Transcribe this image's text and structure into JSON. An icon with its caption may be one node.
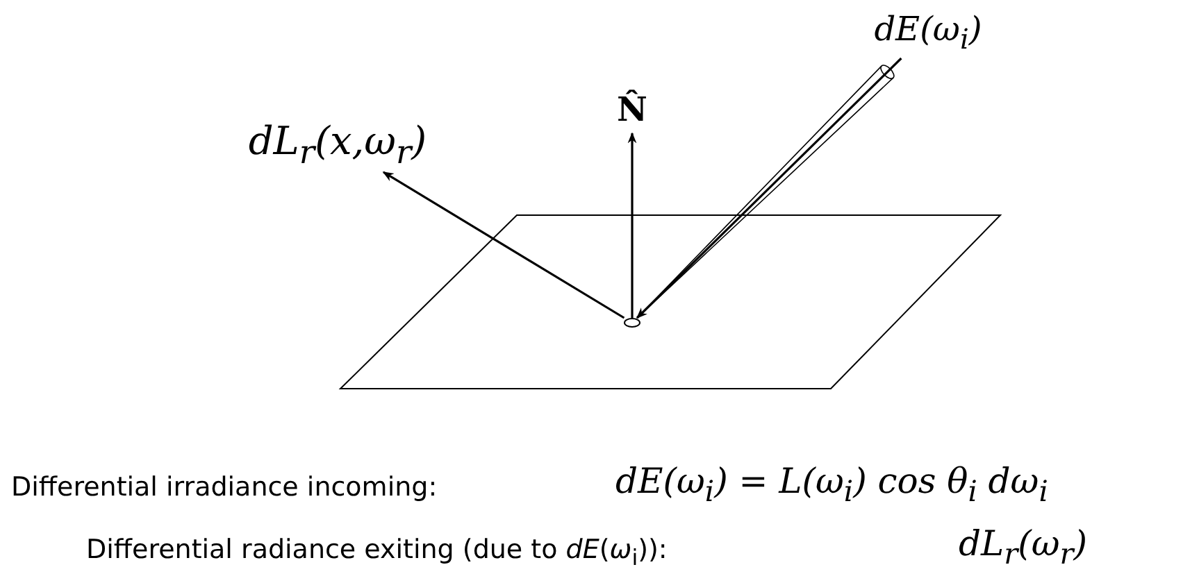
{
  "diagram": {
    "nodes": [
      {
        "text": [
          "dE(ω$_{i}$)"
        ]
      },
      {
        "text": [],
        "shape": "circle"
      },
      {
        "text": [
          "N̂"
        ]
      },
      {
        "text": [
          "dL$_{r}$(x,ω$_{r}$)"
        ]
      }
    ],
    "edges": [
      {
        "from": 0,
        "to": 1,
        "arrow": "to"
      },
      {
        "from": 1,
        "to": 2,
        "arrow": "to"
      },
      {
        "from": 1,
        "to": 3,
        "arrow": "to"
      }
    ],
    "labels": [
      "Differential irradiance incoming:",
      "dE(ω$_{i}$) = L(ω$_{i}$) cos θ$_{i}$ dω$_{i}$",
      "Differential radiance exiting (due to *dE*(*ω*$_{i}$)):",
      "dL$_{r}$(ω$_{r}$)"
    ]
  }
}
